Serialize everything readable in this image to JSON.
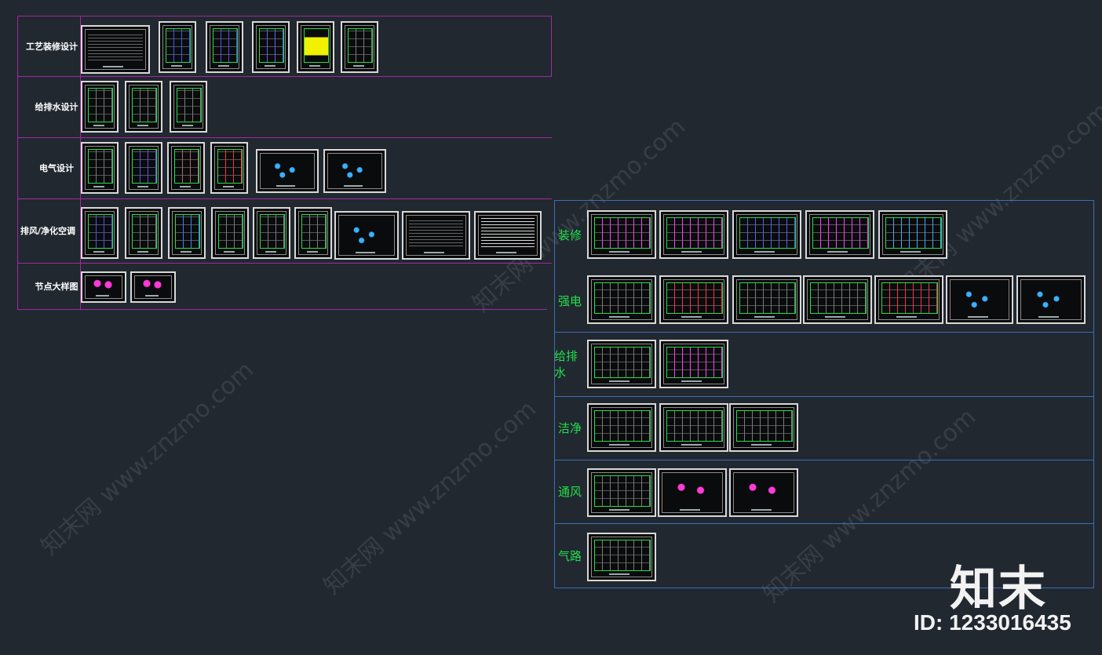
{
  "left_table": {
    "rows": [
      {
        "label": "工艺装修设计"
      },
      {
        "label": "给排水设计"
      },
      {
        "label": "电气设计"
      },
      {
        "label": "排风/净化空调"
      },
      {
        "label": "节点大样图"
      }
    ]
  },
  "right_table": {
    "rows": [
      {
        "label": "装修"
      },
      {
        "label": "强电"
      },
      {
        "label": "给排水"
      },
      {
        "label": "洁净"
      },
      {
        "label": "通风"
      },
      {
        "label": "气路"
      }
    ]
  },
  "watermark": {
    "text": "知末网 www.znzmo.com"
  },
  "branding": {
    "logo": "知末",
    "id_text": "ID: 1233016435"
  },
  "colors": {
    "background": "#212830",
    "left_lines": "#a428a4",
    "right_lines": "#3a6fb8",
    "cad_green": "#22e04a",
    "sheet_border": "#d8d8d8"
  }
}
